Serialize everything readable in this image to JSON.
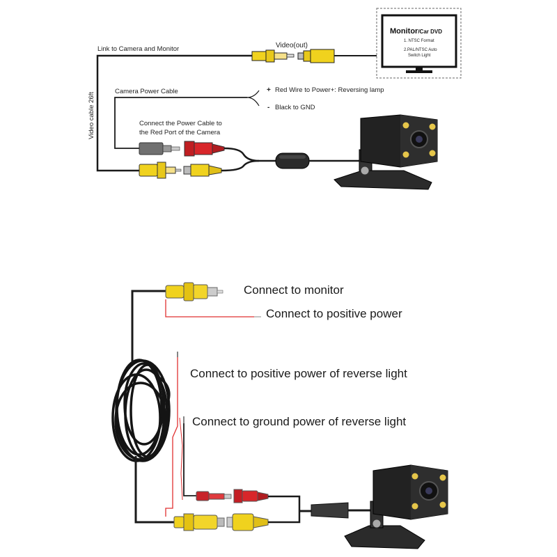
{
  "top": {
    "monitor": {
      "title": "Monitor",
      "subtitle": "/Car DVD",
      "line1": "1. NTSC Format",
      "line2": "2.PAL/NTSC Auto",
      "line3": "Switch Light"
    },
    "link_label": "Link to Camera and Monitor",
    "video_out_label": "Video(out)",
    "cable_label": "Video cable 26ft",
    "power_cable_label": "Camera Power Cable",
    "red_wire_sign": "+",
    "red_wire_label": "Red Wire to Power+: Reversing lamp",
    "black_wire_sign": "-",
    "black_wire_label": "Black to GND",
    "connect_line1": "Connect the Power Cable to",
    "connect_line2": "the Red Port of the Camera"
  },
  "bottom": {
    "label_monitor": "Connect to monitor",
    "label_power": "Connect to  positive power",
    "label_reverse_pos": "Connect to positive power of reverse light",
    "label_reverse_gnd": "Connect to ground power of reverse light"
  },
  "colors": {
    "rca_yellow": "#f0d21e",
    "red_plug": "#d8262a",
    "gray_plug": "#707070",
    "cable": "#1a1a1a",
    "red_wire": "#e03030"
  }
}
